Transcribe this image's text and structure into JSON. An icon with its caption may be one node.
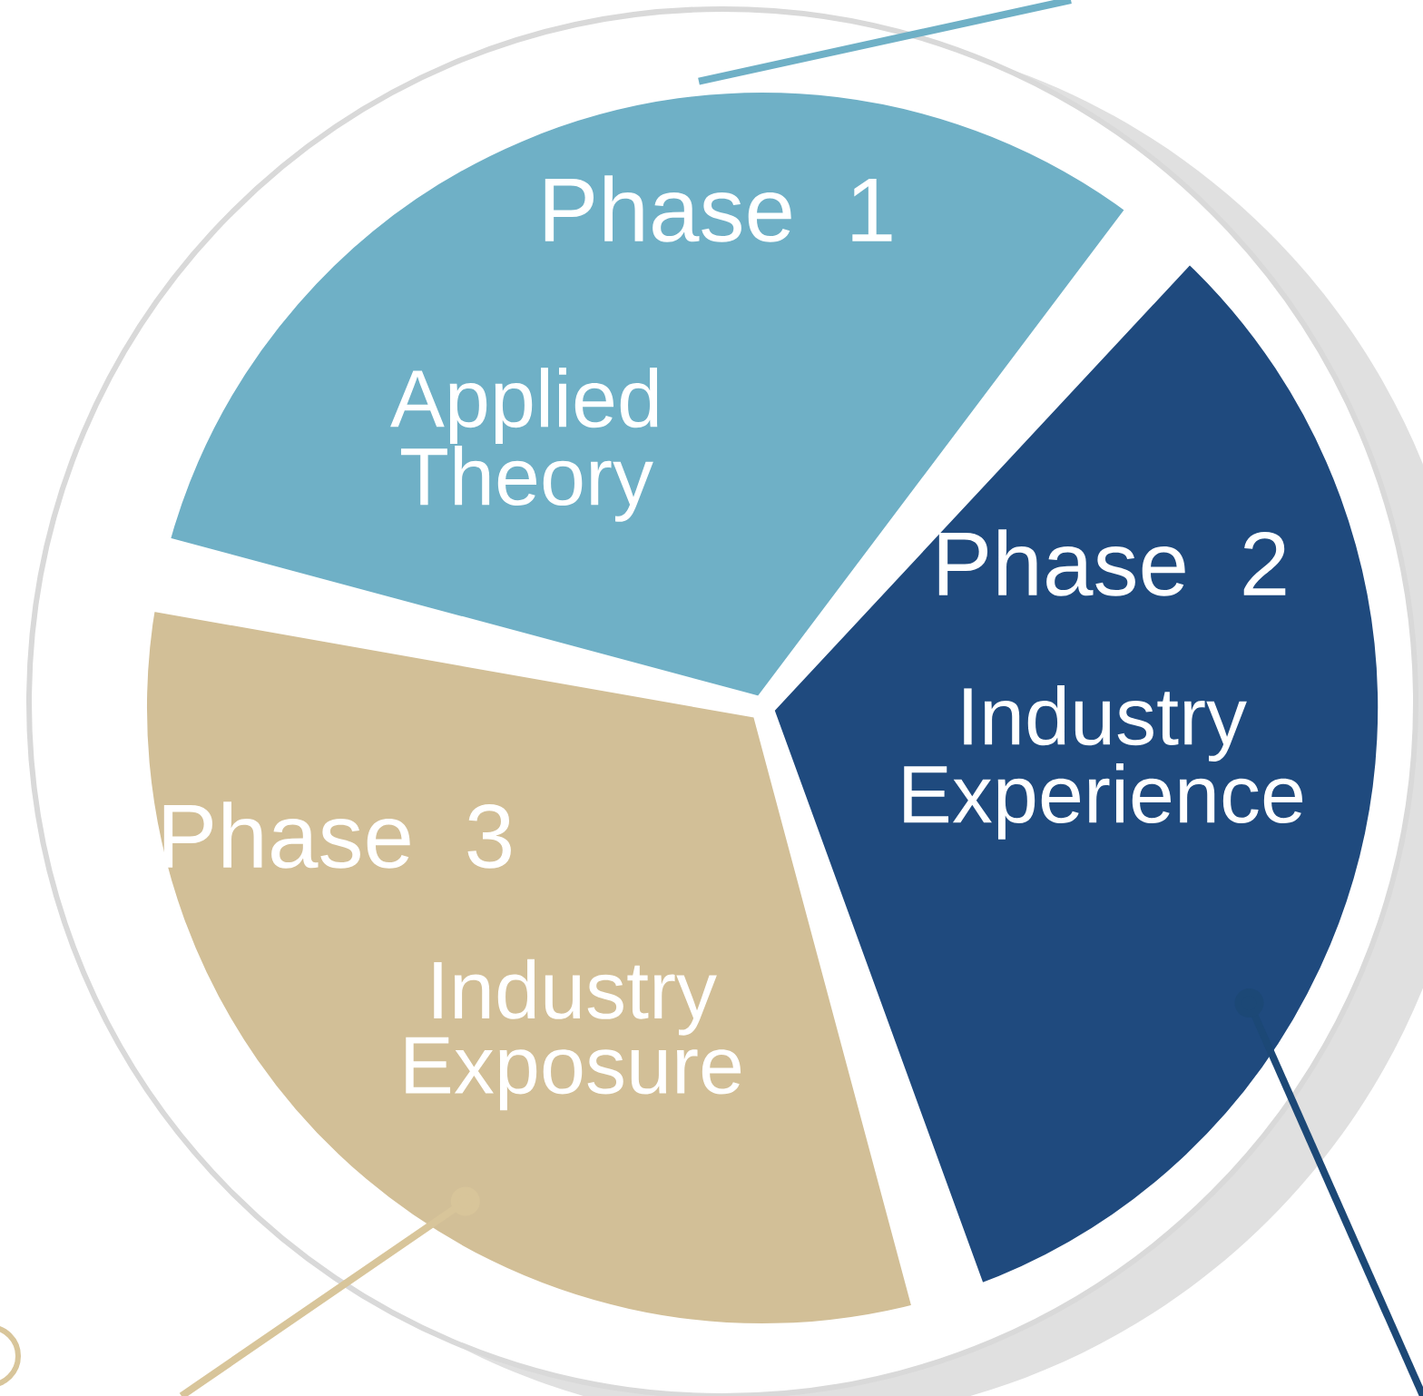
{
  "diagram": {
    "nodes": [
      {
        "text": [
          "Phase 1",
          "Applied Theory"
        ]
      },
      {
        "text": [
          "Phase 2",
          "Industry Experience"
        ]
      },
      {
        "text": [
          "Phase 3",
          "Industry Exposure"
        ]
      }
    ],
    "edges": [
      {
        "from": 0,
        "to": null,
        "arrow": "none",
        "color": "#6fb0c6"
      },
      {
        "from": 1,
        "to": null,
        "arrow": "other",
        "color": "#1c4876"
      },
      {
        "from": 2,
        "to": null,
        "arrow": "other",
        "color": "#d8c59a"
      }
    ]
  }
}
